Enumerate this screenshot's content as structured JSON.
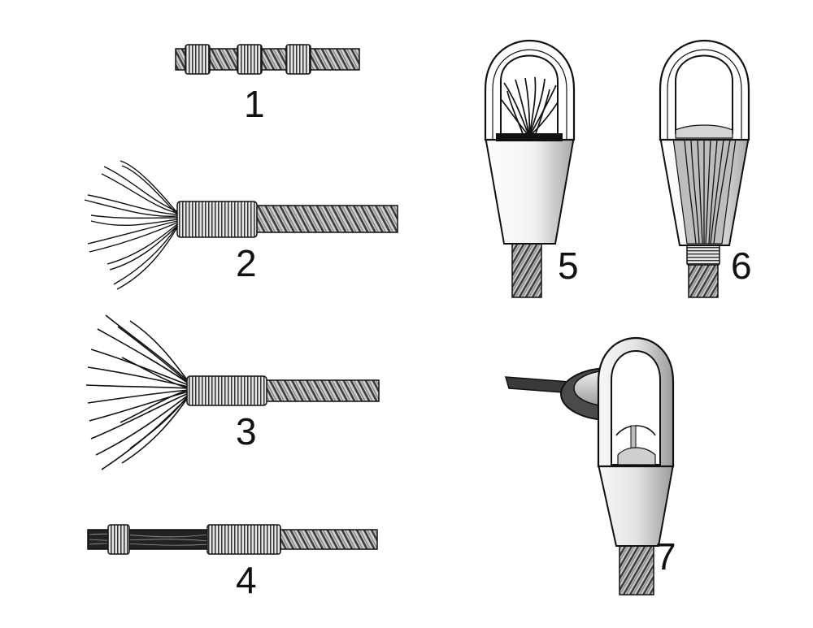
{
  "figure": {
    "labels": [
      "1",
      "2",
      "3",
      "4",
      "5",
      "6",
      "7"
    ]
  },
  "colors": {
    "ink": "#111111",
    "rope": "#7d7d7d",
    "metal": "#d9d9d9",
    "molten": "#bdbdbd",
    "background": "#ffffff"
  },
  "steps": [
    {
      "id": 1,
      "icon": "rope-with-three-seizings-icon"
    },
    {
      "id": 2,
      "icon": "rope-unlaid-strands-icon"
    },
    {
      "id": 3,
      "icon": "rope-broomed-wires-icon"
    },
    {
      "id": 4,
      "icon": "rope-wires-closed-seized-icon"
    },
    {
      "id": 5,
      "icon": "socket-wires-inserted-icon"
    },
    {
      "id": 6,
      "icon": "socket-wires-seated-icon"
    },
    {
      "id": 7,
      "icon": "socket-zinc-pouring-ladle-icon"
    }
  ]
}
